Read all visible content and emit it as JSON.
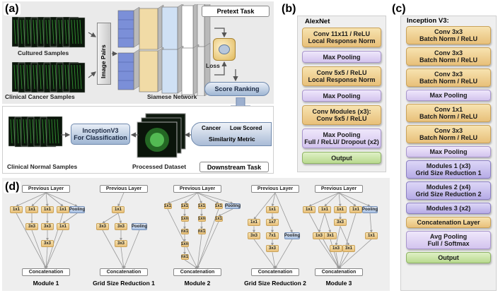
{
  "panel_a": {
    "label": "(a)",
    "cultured_samples": "Cultured Samples",
    "clinical_cancer_samples": "Clinical Cancer Samples",
    "image_pairs": "Image Pairs",
    "siamese_network": "Siamese Network",
    "pretext_task": "Pretext Task",
    "loss": "Loss",
    "score_ranking": "Score Ranking",
    "clinical_normal_samples": "Clinical Normal Samples",
    "classifier": "InceptionV3\nFor Classification",
    "processed_dataset": "Processed Dataset",
    "cancer": "Cancer",
    "low_scored": "Low Scored",
    "similarity_metric": "Similarity Metric",
    "downstream_task": "Downstream Task"
  },
  "panel_b": {
    "label": "(b)",
    "title": "AlexNet",
    "blocks": [
      {
        "text": "Conv 11x11 / ReLU\nLocal Response Norm",
        "kind": "conv"
      },
      {
        "text": "Max Pooling",
        "kind": "pool"
      },
      {
        "text": "Conv 5x5 / ReLU\nLocal Response Norm",
        "kind": "conv"
      },
      {
        "text": "Max Pooling",
        "kind": "pool"
      },
      {
        "text": "Conv Modules (x3):\nConv 5x5 / ReLU",
        "kind": "conv"
      },
      {
        "text": "Max Pooling\nFull / ReLU/ Dropout (x2)",
        "kind": "pool"
      },
      {
        "text": "Output",
        "kind": "outp"
      }
    ]
  },
  "panel_c": {
    "label": "(c)",
    "title": "Inception V3:",
    "blocks": [
      {
        "text": "Conv 3x3\nBatch Norm / ReLU",
        "kind": "conv"
      },
      {
        "text": "Conv 3x3\nBatch Norm / ReLU",
        "kind": "conv"
      },
      {
        "text": "Conv 3x3\nBatch Norm / ReLU",
        "kind": "conv"
      },
      {
        "text": "Max Pooling",
        "kind": "pool"
      },
      {
        "text": "Conv 1x1\nBatch Norm / ReLU",
        "kind": "conv"
      },
      {
        "text": "Conv 3x3\nBatch Norm / ReLU",
        "kind": "conv"
      },
      {
        "text": "Max Pooling",
        "kind": "pool"
      },
      {
        "text": "Modules 1 (x3)\nGrid Size Reduction 1",
        "kind": "mod"
      },
      {
        "text": "Modules 2 (x4)\nGrid Size Reduction 2",
        "kind": "mod"
      },
      {
        "text": "Modules 3 (x2)",
        "kind": "mod"
      },
      {
        "text": "Concatenation Layer",
        "kind": "conv"
      },
      {
        "text": "Avg Pooling\nFull / Softmax",
        "kind": "pool"
      },
      {
        "text": "Output",
        "kind": "outp"
      }
    ]
  },
  "panel_d": {
    "label": "(d)",
    "previous_layer": "Previous Layer",
    "concatenation": "Concatenation",
    "pooling": "Pooling",
    "modules": [
      {
        "name": "Module 1",
        "nodes": [
          "1x1",
          "1x1",
          "1x1",
          "1x1",
          "Pooling",
          "3x3",
          "3x3",
          "1x1",
          "3x3"
        ]
      },
      {
        "name": "Grid Size Reduction 1",
        "nodes": [
          "1x1",
          "3x3",
          "3x3",
          "Pooling",
          "3x3"
        ]
      },
      {
        "name": "Module 2",
        "nodes": [
          "1x1",
          "1x1",
          "1x1",
          "1x1",
          "Pooling",
          "1xn",
          "1xn",
          "1x1",
          "nx1",
          "nx1",
          "1xn",
          "nx1"
        ]
      },
      {
        "name": "Grid Size Reduction 2",
        "nodes": [
          "1x1",
          "1x1",
          "1x7",
          "7x1",
          "3x3",
          "3x3",
          "Pooling"
        ]
      },
      {
        "name": "Module 3",
        "nodes": [
          "1x1",
          "1x1",
          "1x1",
          "1x1",
          "Pooling",
          "3x3",
          "1x3",
          "3x1",
          "1x3",
          "3x1",
          "1x1"
        ]
      }
    ]
  }
}
